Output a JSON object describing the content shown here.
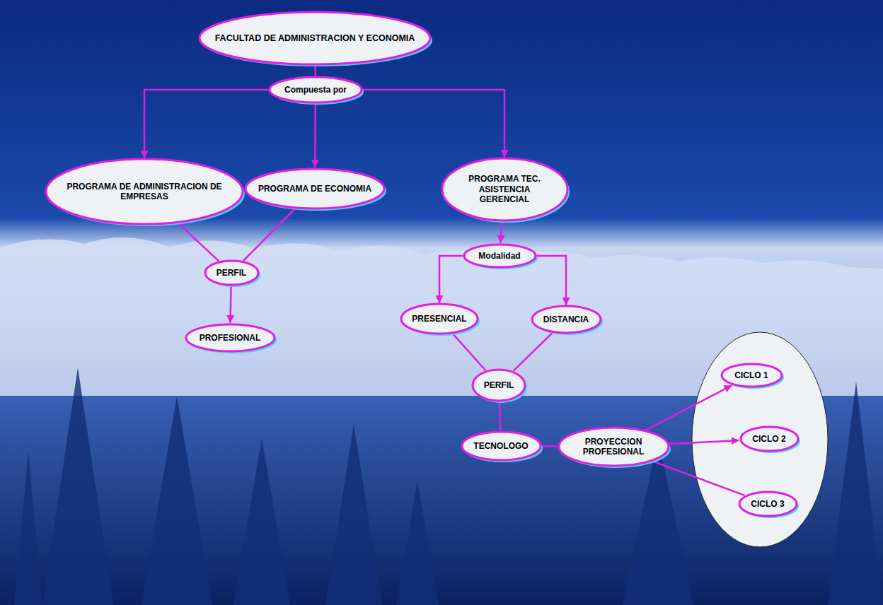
{
  "diagram": {
    "nodes": [
      {
        "text": [
          "FACULTAD DE ADMINISTRACION Y ECONOMIA"
        ]
      },
      {
        "text": [
          "Compuesta por"
        ]
      },
      {
        "text": [
          "PROGRAMA DE ADMINISTRACION DE EMPRESAS"
        ]
      },
      {
        "text": [
          "PROGRAMA DE ECONOMIA"
        ]
      },
      {
        "text": [
          "PROGRAMA TEC. ASISTENCIA GERENCIAL"
        ]
      },
      {
        "text": [
          "Modalidad"
        ]
      },
      {
        "text": [
          "PERFIL"
        ]
      },
      {
        "text": [
          "PRESENCIAL"
        ]
      },
      {
        "text": [
          "DISTANCIA"
        ]
      },
      {
        "text": [
          "PROFESIONAL"
        ]
      },
      {
        "text": [
          "PERFIL"
        ]
      },
      {
        "text": [
          "CICLO 1"
        ]
      },
      {
        "text": [
          "TECNOLOGO"
        ]
      },
      {
        "text": [
          "PROYECCION PROFESIONAL"
        ]
      },
      {
        "text": [
          "CICLO 2"
        ]
      },
      {
        "text": [
          "CICLO 3"
        ]
      }
    ],
    "edges": [
      {
        "from": 0,
        "to": 1,
        "arrow": "none"
      },
      {
        "from": 1,
        "to": 2,
        "arrow": "to"
      },
      {
        "from": 1,
        "to": 3,
        "arrow": "to"
      },
      {
        "from": 1,
        "to": 4,
        "arrow": "to"
      },
      {
        "from": 2,
        "to": 6,
        "arrow": "none"
      },
      {
        "from": 3,
        "to": 6,
        "arrow": "none"
      },
      {
        "from": 6,
        "to": 9,
        "arrow": "to"
      },
      {
        "from": 4,
        "to": 5,
        "arrow": "to"
      },
      {
        "from": 5,
        "to": 7,
        "arrow": "to"
      },
      {
        "from": 5,
        "to": 8,
        "arrow": "to"
      },
      {
        "from": 7,
        "to": 10,
        "arrow": "none"
      },
      {
        "from": 8,
        "to": 10,
        "arrow": "none"
      },
      {
        "from": 10,
        "to": 12,
        "arrow": "none"
      },
      {
        "from": 12,
        "to": 13,
        "arrow": "none"
      },
      {
        "from": 13,
        "to": 11,
        "arrow": "to"
      },
      {
        "from": 13,
        "to": 14,
        "arrow": "to"
      },
      {
        "from": 13,
        "to": 15,
        "arrow": "none"
      }
    ]
  }
}
